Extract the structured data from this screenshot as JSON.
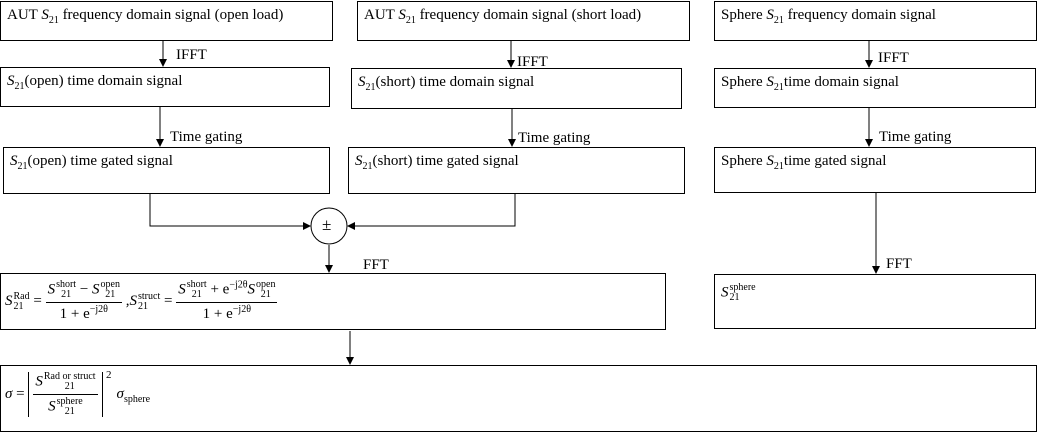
{
  "col_left": {
    "freq_box": {
      "prefix": "AUT ",
      "var": "S",
      "sub": "21",
      "suffix": " frequency domain signal (open load)"
    },
    "ifft_label": "IFFT",
    "time_box": {
      "var": "S",
      "sub": "21",
      "suffix": "(open) time domain signal"
    },
    "gating_label": "Time gating",
    "gated_box": {
      "var": "S",
      "sub": "21",
      "suffix": "(open) time gated signal"
    }
  },
  "col_mid": {
    "freq_box": {
      "prefix": "AUT ",
      "var": "S",
      "sub": "21",
      "suffix": " frequency domain signal (short load)"
    },
    "ifft_label": "IFFT",
    "time_box": {
      "var": "S",
      "sub": "21",
      "suffix": "(short) time domain signal"
    },
    "gating_label": "Time gating",
    "gated_box": {
      "var": "S",
      "sub": "21",
      "suffix": "(short) time gated signal"
    }
  },
  "col_right": {
    "freq_box": {
      "prefix": "Sphere ",
      "var": "S",
      "sub": "21",
      "suffix": " frequency domain signal"
    },
    "ifft_label": "IFFT",
    "time_box": {
      "prefix": "Sphere ",
      "var": "S",
      "sub": "21",
      "suffix": "time domain signal"
    },
    "gating_label": "Time gating",
    "gated_box": {
      "prefix": "Sphere ",
      "var": "S",
      "sub": "21",
      "suffix": "time gated signal"
    },
    "fft_label": "FFT",
    "result_box": {
      "var": "S",
      "sub": "21",
      "sup": "sphere"
    }
  },
  "combiner": {
    "symbol": "±"
  },
  "fft_label_mid": "FFT",
  "formula_box": {
    "rad_sup": "Rad",
    "struct_sup": "struct",
    "short": "short",
    "open": "open",
    "sub": "21",
    "var": "S",
    "minus": " − ",
    "plus": " + e",
    "exp": "−j2θ",
    "den_base": "1 + e",
    "equals": " = ",
    "separator": " ,"
  },
  "sigma_box": {
    "sigma": "σ",
    "equals": " = ",
    "num_sup": "Rad or struct",
    "den_sup": "sphere",
    "sub": "21",
    "var": "S",
    "power": "2",
    "sigma_sub": "sphere"
  }
}
